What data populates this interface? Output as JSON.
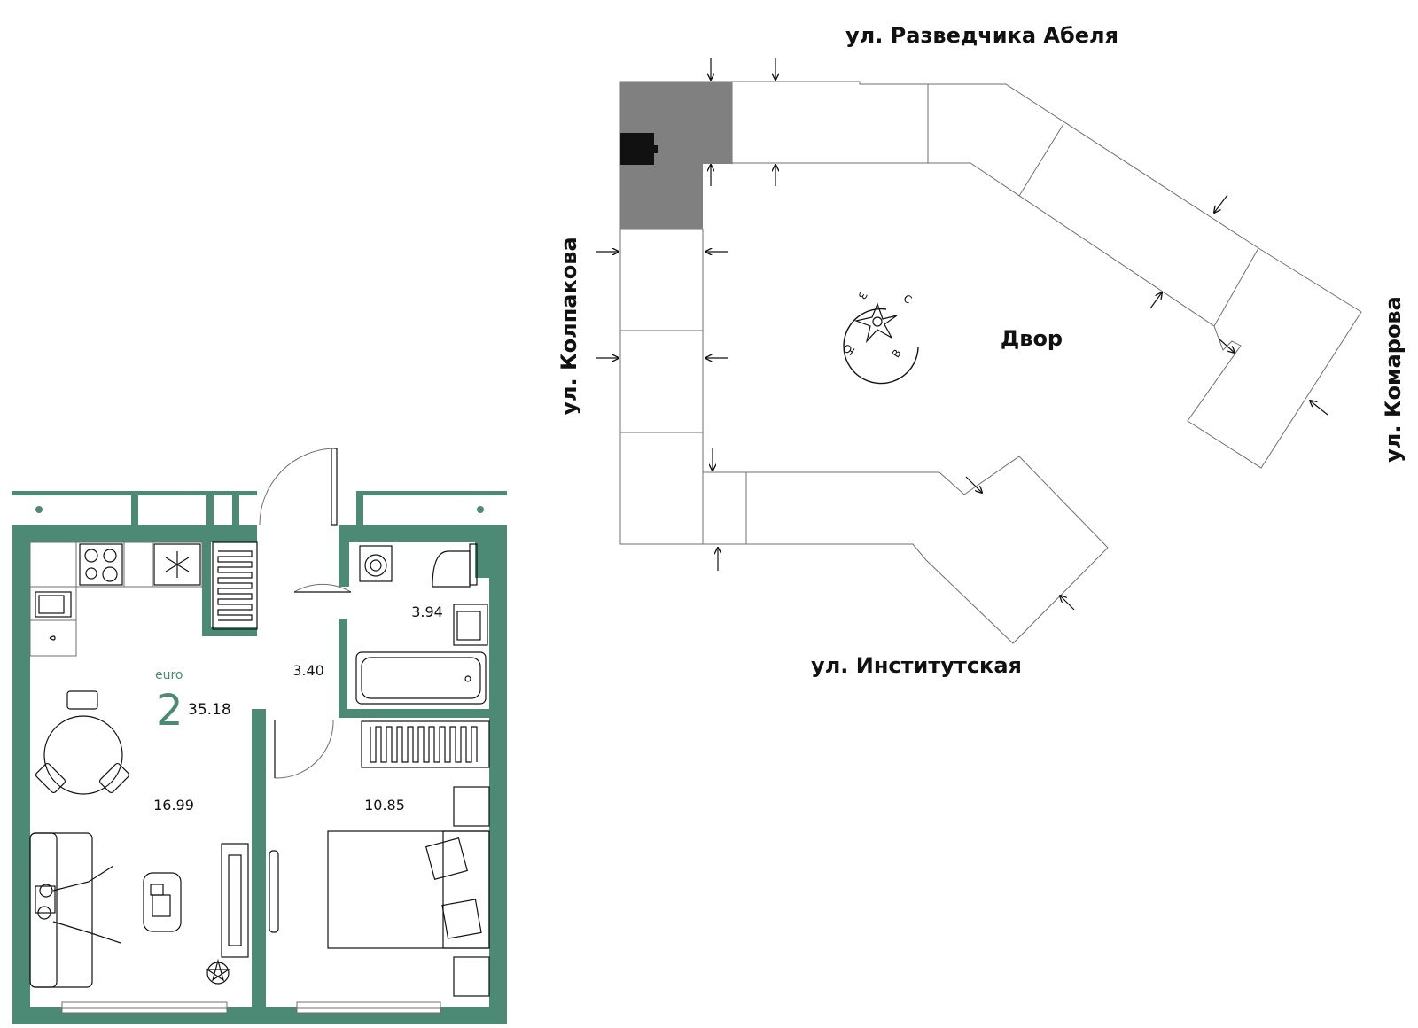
{
  "site_plan": {
    "streets": {
      "north": "ул. Разведчика Абеля",
      "west": "ул. Колпакова",
      "east": "ул. Комарова",
      "south": "ул. Институтская"
    },
    "yard_label": "Двор",
    "compass": {
      "n": "С",
      "e": "В",
      "s": "Ю",
      "w": "З"
    }
  },
  "apartment": {
    "type_label": "euro",
    "rooms": "2",
    "total_area": "35.18",
    "rooms_areas": {
      "living_kitchen": "16.99",
      "hallway": "3.40",
      "bathroom": "3.94",
      "bedroom": "10.85"
    }
  },
  "colors": {
    "wall": "#4c8a76",
    "selected_section": "#808080",
    "marker": "#111111",
    "outline": "#6f6f6f"
  }
}
